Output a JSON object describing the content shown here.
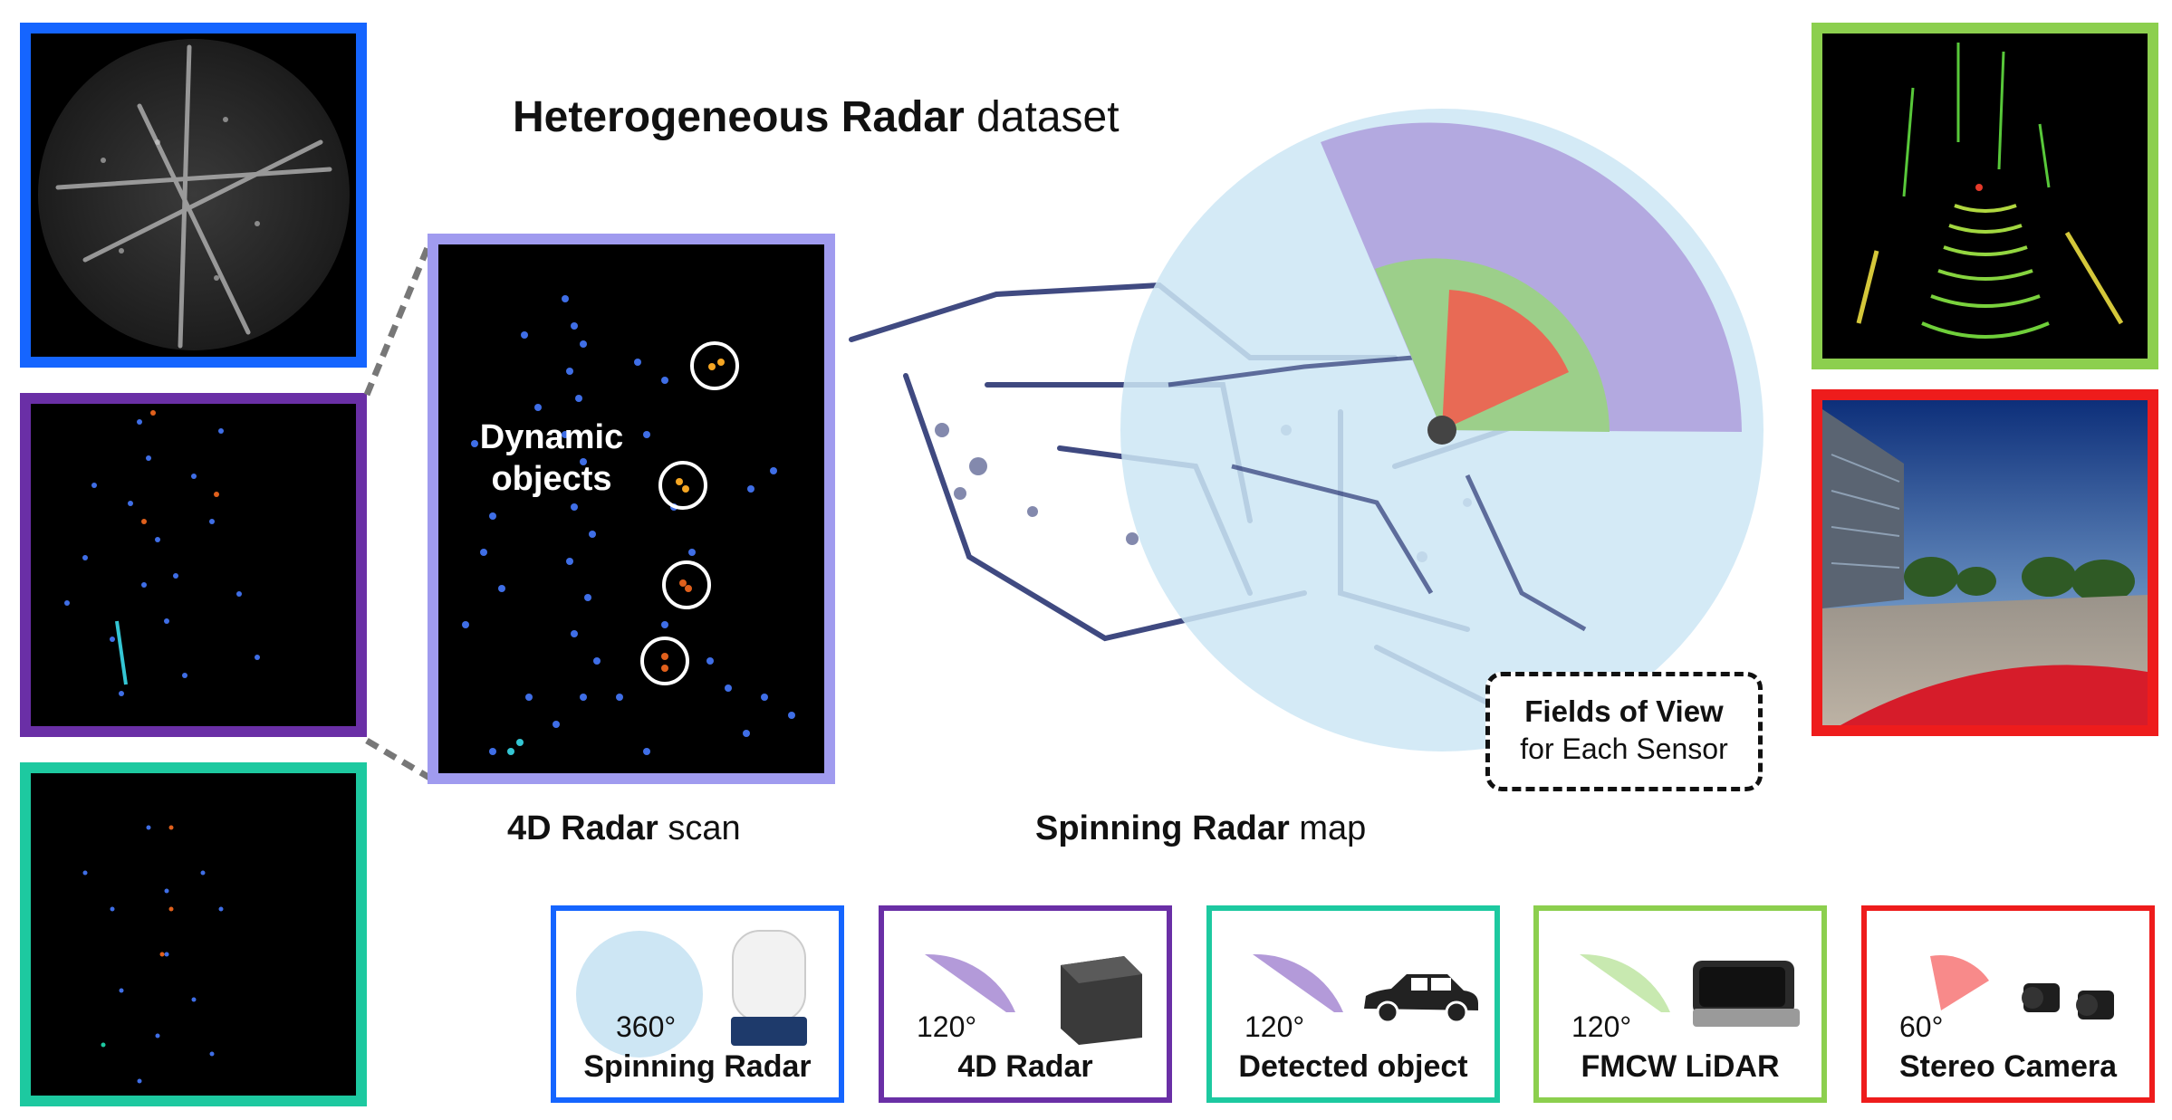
{
  "title": {
    "bold": "Heterogeneous Radar",
    "normal": " dataset"
  },
  "center_panel": {
    "label": "Dynamic objects",
    "caption": {
      "bold": "4D Radar",
      "normal": " scan"
    }
  },
  "map": {
    "caption": {
      "bold": "Spinning Radar",
      "normal": " map"
    },
    "fov_box": {
      "line1": "Fields of View",
      "line2": "for Each Sensor"
    }
  },
  "sensors": [
    {
      "name": "Spinning Radar",
      "fov": "360°",
      "color": "#1565ff",
      "fov_color": "#cde6f4",
      "icon": "spinning-radar-device-icon"
    },
    {
      "name": "4D Radar",
      "fov": "120°",
      "color": "#6a2fa6",
      "fov_color": "#b39ad9",
      "icon": "4d-radar-device-icon"
    },
    {
      "name": "Detected object",
      "fov": "120°",
      "color": "#1dc9a0",
      "fov_color": "#b39ad9",
      "icon": "car-icon"
    },
    {
      "name": "FMCW LiDAR",
      "fov": "120°",
      "color": "#8ccf4e",
      "fov_color": "#c8e9b0",
      "icon": "lidar-device-icon"
    },
    {
      "name": "Stereo Camera",
      "fov": "60°",
      "color": "#ee1c1c",
      "fov_color": "#f88a8a",
      "icon": "stereo-camera-icon"
    }
  ],
  "colors": {
    "fov_circle": "#cde6f4",
    "fov_4d_radar": "#b3a9e0",
    "fov_lidar": "#9ccf8a",
    "fov_camera": "#e86a55",
    "radar_points": "#3f6ee6",
    "dynamic_points": "#f5a623"
  }
}
